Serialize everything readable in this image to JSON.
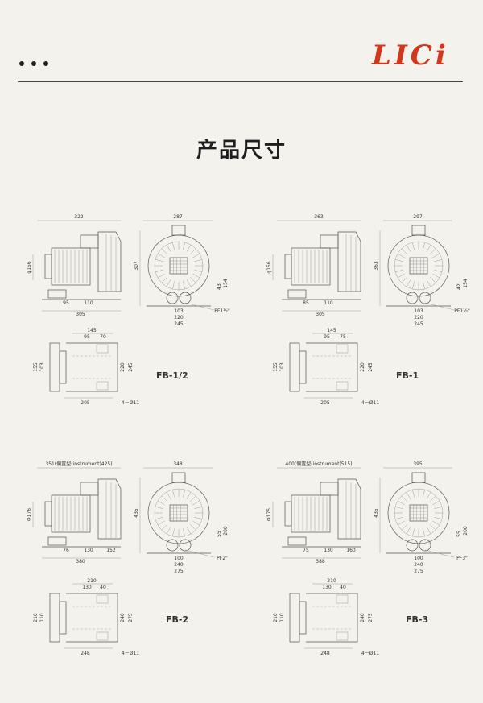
{
  "header": {
    "logo": "LICi"
  },
  "title": "产品尺寸",
  "models": [
    {
      "label": "FB-1/2",
      "side": {
        "top": "322",
        "height": "φ156",
        "d1": "95",
        "d2": "110",
        "bottom": "305"
      },
      "front": {
        "width": "287",
        "height": "307",
        "r1": "43",
        "r2": "154",
        "d1": "103",
        "d2": "220",
        "d3": "245",
        "port": "PF1½\""
      },
      "bottom": {
        "t1": "145",
        "t2": "95",
        "t3": "70",
        "l1": "155",
        "l2": "103",
        "r1": "220",
        "r2": "245",
        "b1": "205",
        "holes": "4－Ø11"
      }
    },
    {
      "label": "FB-1",
      "side": {
        "top": "363",
        "height": "φ156",
        "d1": "85",
        "d2": "110",
        "bottom": "305"
      },
      "front": {
        "width": "297",
        "height": "363",
        "r1": "42",
        "r2": "154",
        "d1": "103",
        "d2": "220",
        "d3": "245",
        "port": "PF1½\""
      },
      "bottom": {
        "t1": "145",
        "t2": "95",
        "t3": "75",
        "l1": "155",
        "l2": "103",
        "r1": "220",
        "r2": "245",
        "b1": "205",
        "holes": "4－Ø11"
      }
    },
    {
      "label": "FB-2",
      "side": {
        "top": "351(偏置型(instrument)425)",
        "height": "Φ176",
        "d1": "76",
        "d2": "130",
        "d3": "152",
        "bottom": "380"
      },
      "front": {
        "width": "348",
        "height": "435",
        "r1": "55",
        "r2": "200",
        "d1": "100",
        "d2": "240",
        "d3": "275",
        "port": "PF2\""
      },
      "bottom": {
        "t1": "210",
        "t2": "130",
        "t3": "40",
        "l1": "210",
        "l2": "110",
        "r1": "240",
        "r2": "275",
        "b1": "248",
        "holes": "4－Ø11"
      }
    },
    {
      "label": "FB-3",
      "side": {
        "top": "400(偏置型(instrument)515)",
        "height": "Φ175",
        "d1": "75",
        "d2": "130",
        "d3": "160",
        "bottom": "388"
      },
      "front": {
        "width": "395",
        "height": "435",
        "r1": "55",
        "r2": "200",
        "d1": "100",
        "d2": "240",
        "d3": "275",
        "port": "PF3\""
      },
      "bottom": {
        "t1": "210",
        "t2": "130",
        "t3": "40",
        "l1": "210",
        "l2": "110",
        "r1": "240",
        "r2": "275",
        "b1": "248",
        "holes": "4－Ø11"
      }
    }
  ]
}
